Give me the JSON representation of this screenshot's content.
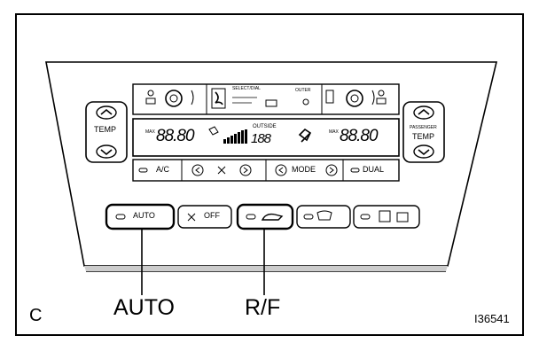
{
  "panel": {
    "left_temp_label": "TEMP",
    "right_temp_label": "TEMP",
    "right_temp_sublabel": "PASSENGER",
    "top_indicator_left_label": "SELECT/DIAL",
    "top_indicator_right_label": "OUTER",
    "display": {
      "left_max": "MAX",
      "left_value": "88.80",
      "outside_label": "OUTSIDE",
      "outside_value": "188",
      "right_max": "MAX",
      "right_value": "88.80"
    },
    "bottom_row": {
      "ac_label": "A/C",
      "mode_label": "MODE",
      "dual_label": "DUAL"
    },
    "buttons": {
      "auto_label": "AUTO",
      "off_label": "OFF"
    }
  },
  "callouts": {
    "auto": "AUTO",
    "rf": "R/F"
  },
  "figure_letter": "C",
  "figure_id": "I36541"
}
